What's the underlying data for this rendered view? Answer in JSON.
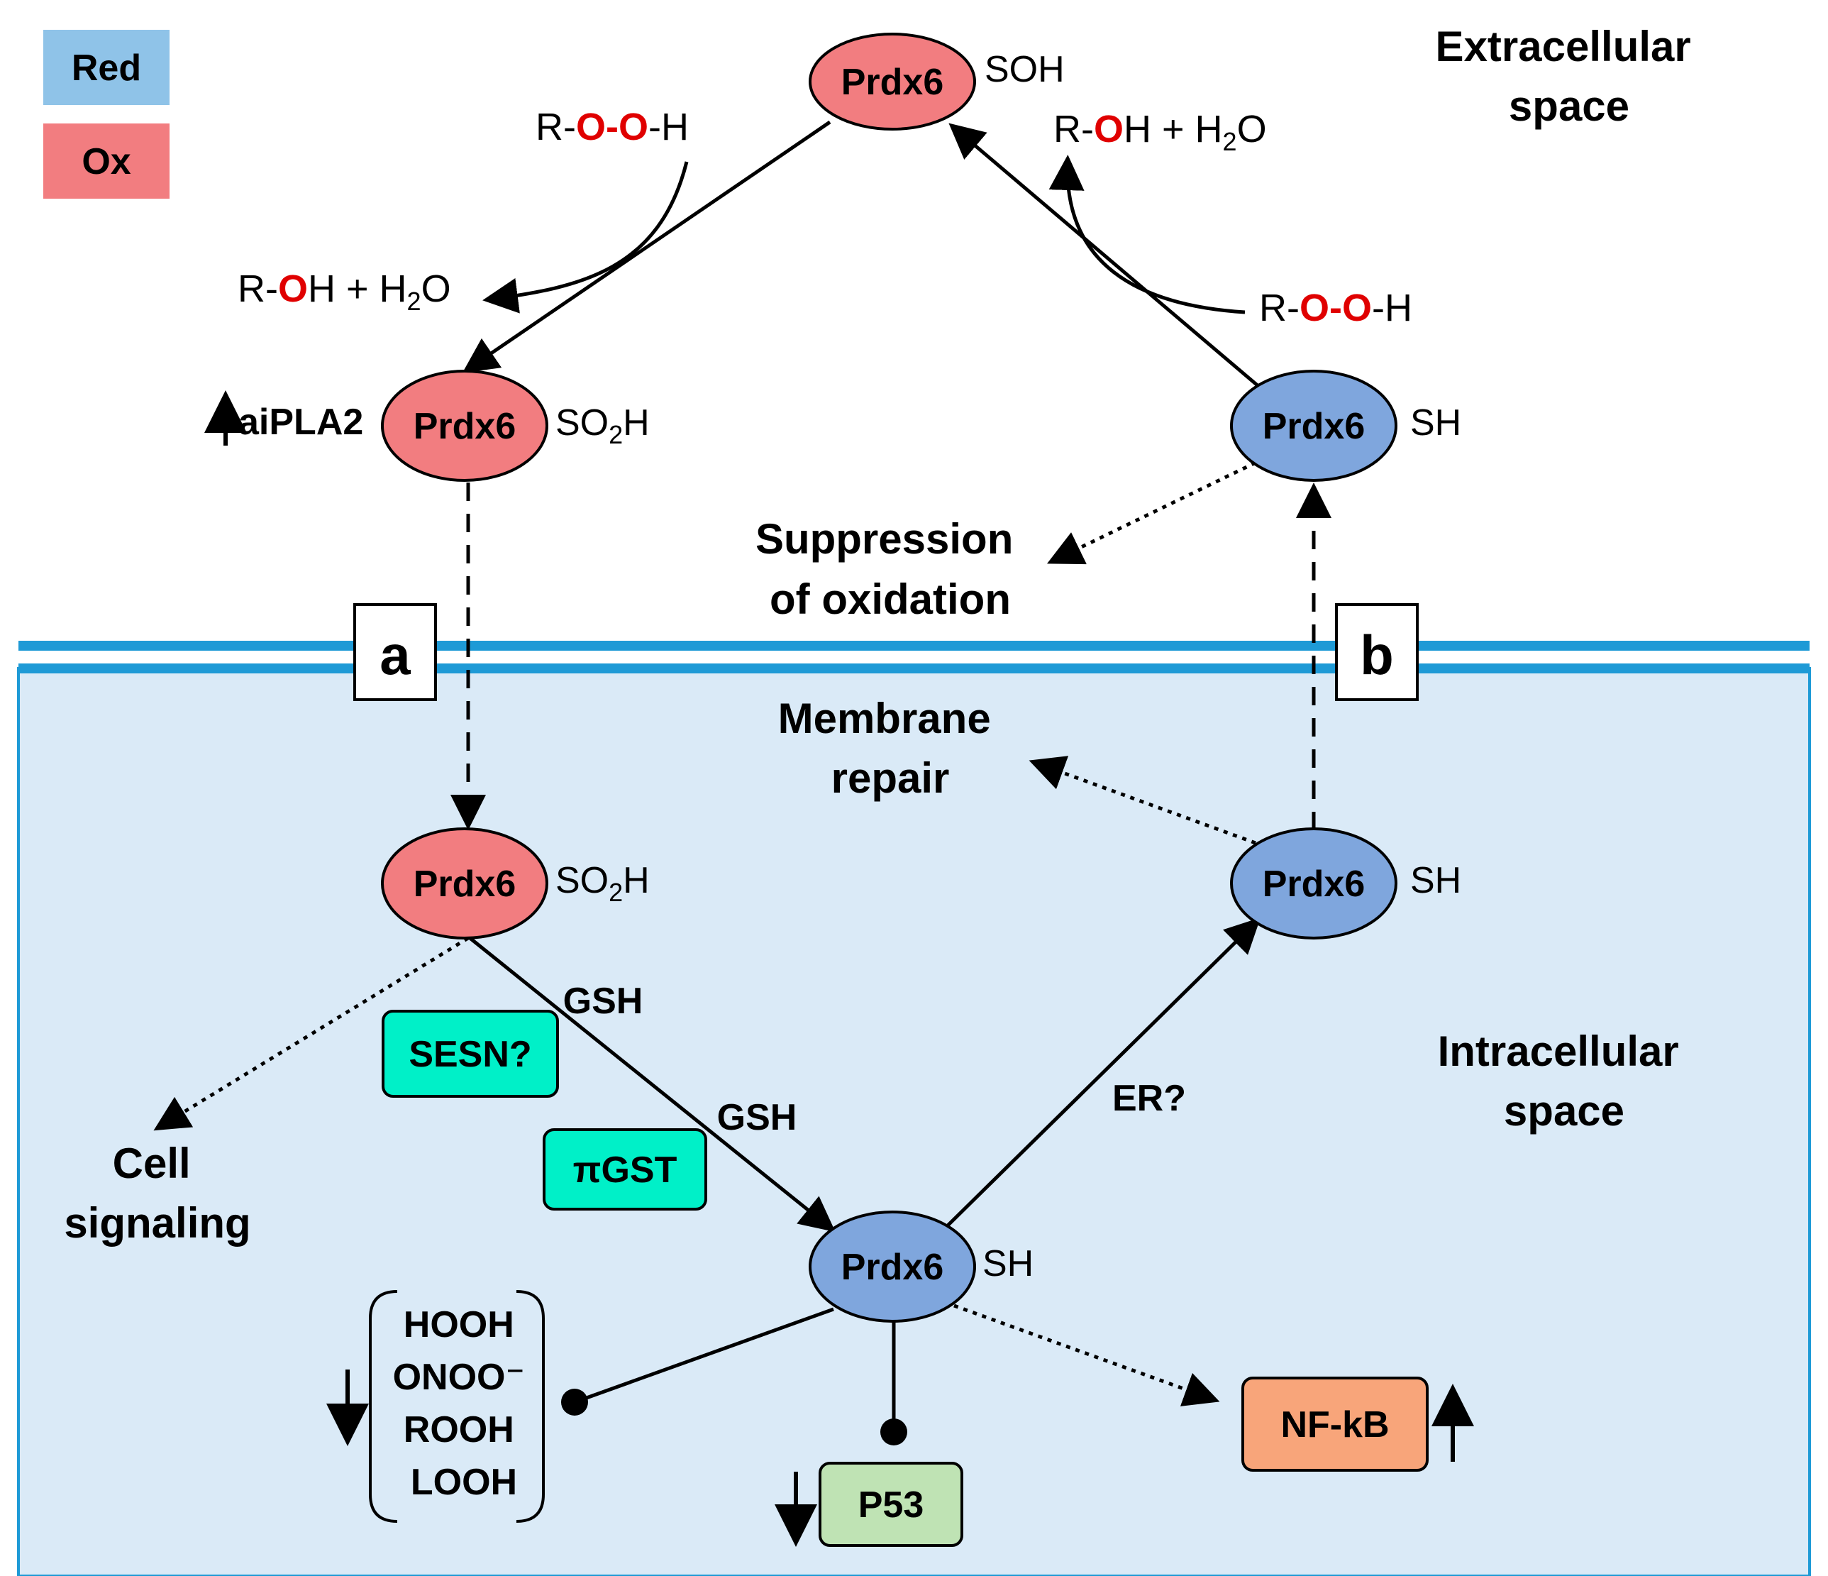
{
  "legend": {
    "reduced": {
      "label": "Red",
      "color": "#8fc3e8"
    },
    "oxidized": {
      "label": "Ox",
      "color": "#f27d80"
    }
  },
  "regions": {
    "extracellular": [
      "Extracellular",
      "space"
    ],
    "intracellular": [
      "Intracellular",
      "space"
    ]
  },
  "membrane": {
    "color": "#1e9ad6",
    "cytoplasm_color": "#daeaf7"
  },
  "pathway_labels": {
    "a": "a",
    "b": "b"
  },
  "nodes": {
    "prdx6_top": {
      "name": "Prdx6",
      "state": "SOH",
      "form": "oxidized"
    },
    "prdx6_left_extra": {
      "name": "Prdx6",
      "state": "SO",
      "state_sub": "2",
      "state_tail": "H",
      "form": "oxidized"
    },
    "prdx6_right_extra": {
      "name": "Prdx6",
      "state": "SH",
      "form": "reduced"
    },
    "prdx6_left_intra": {
      "name": "Prdx6",
      "state": "SO",
      "state_sub": "2",
      "state_tail": "H",
      "form": "oxidized"
    },
    "prdx6_right_intra": {
      "name": "Prdx6",
      "state": "SH",
      "form": "reduced"
    },
    "prdx6_bottom": {
      "name": "Prdx6",
      "state": "SH",
      "form": "reduced"
    }
  },
  "reactions": {
    "peroxide_left": {
      "r": "R-",
      "o1": "O",
      "dash": "-",
      "o2": "O",
      "h": "-H"
    },
    "product_left": {
      "r": "R-",
      "o": "O",
      "rest": "H + H",
      "sub": "2",
      "tail": "O"
    },
    "peroxide_right": {
      "r": "R-",
      "o1": "O",
      "dash": "-",
      "o2": "O",
      "h": "-H"
    },
    "product_right": {
      "r": "R-",
      "o": "O",
      "rest": "H + H",
      "sub": "2",
      "tail": "O"
    }
  },
  "annotations": {
    "aipla2": "aiPLA2",
    "suppression": [
      "Suppression",
      "of oxidation"
    ],
    "membrane_repair": [
      "Membrane",
      "repair"
    ],
    "cell_signaling": [
      "Cell",
      "signaling"
    ],
    "gsh_1": "GSH",
    "gsh_2": "GSH",
    "er": "ER?"
  },
  "boxes": {
    "sesn": {
      "label": "SESN?",
      "color": "#00f0c8"
    },
    "pigst": {
      "label": "πGST",
      "color": "#00f0c8"
    },
    "nfkb": {
      "label": "NF-kB",
      "color": "#f8a57a"
    },
    "p53": {
      "label": "P53",
      "color": "#bfe3b4"
    }
  },
  "ros_species": [
    "HOOH",
    "ONOO⁻",
    "ROOH",
    "LOOH"
  ],
  "colors": {
    "reduced_node": "#7fa6dd",
    "oxidized_node": "#f27d80",
    "oxygen_red": "#e00000"
  }
}
